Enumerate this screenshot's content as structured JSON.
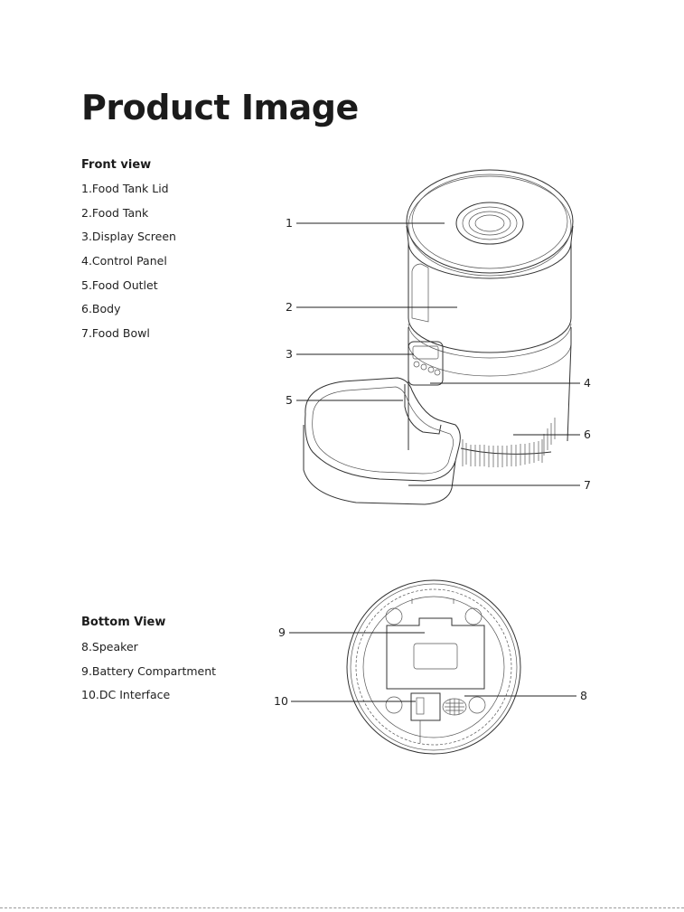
{
  "page": {
    "title": "Product Image"
  },
  "front_view": {
    "heading": "Front view",
    "items": [
      "1.Food Tank Lid",
      "2.Food Tank",
      "3.Display Screen",
      "4.Control Panel",
      "5.Food Outlet",
      "6.Body",
      "7.Food Bowl"
    ],
    "callouts": [
      "1",
      "2",
      "3",
      "4",
      "5",
      "6",
      "7"
    ]
  },
  "bottom_view": {
    "heading": "Bottom View",
    "items": [
      "8.Speaker",
      "9.Battery Compartment",
      "10.DC Interface"
    ],
    "callouts": [
      "9",
      "10",
      "8"
    ]
  }
}
